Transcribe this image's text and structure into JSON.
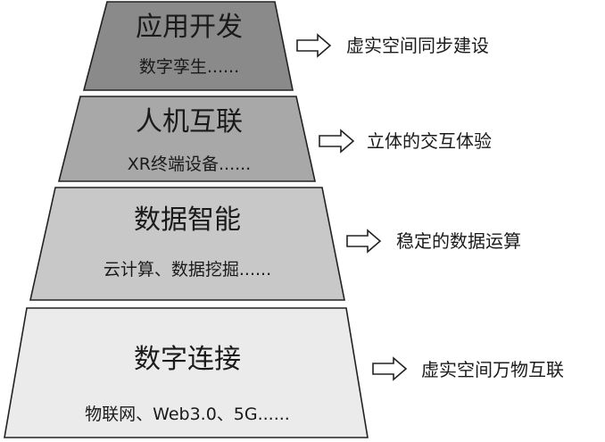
{
  "layers": [
    {
      "title": "应用开发",
      "subtitle": "数字孪生......",
      "outcome": "虚实空间同步建设",
      "fill": "#8a8a8a"
    },
    {
      "title": "人机互联",
      "subtitle": "XR终端设备......",
      "outcome": "立体的交互体验",
      "fill": "#a8a8a8"
    },
    {
      "title": "数据智能",
      "subtitle": "云计算、数据挖掘......",
      "outcome": "稳定的数据运算",
      "fill": "#c8c8c8"
    },
    {
      "title": "数字连接",
      "subtitle": "物联网、Web3.0、5G......",
      "outcome": "虚实空间万物互联",
      "fill": "#ebebeb"
    }
  ]
}
